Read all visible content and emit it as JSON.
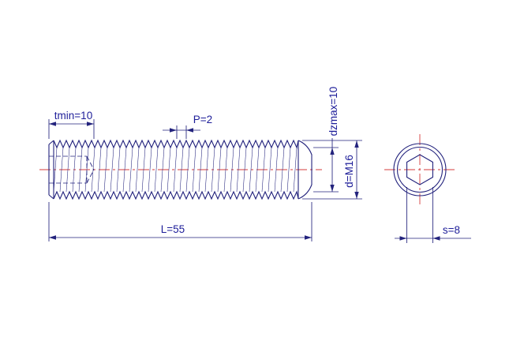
{
  "drawing": {
    "title": "hex-socket-set-screw-technical-drawing",
    "labels": {
      "tmin": "tmin=10",
      "pitch": "P=2",
      "dzmax": "dzmax=10",
      "d": "d=M16",
      "length": "L=55",
      "s": "s=8"
    },
    "colors": {
      "line": "#23237d",
      "text": "#1d1d99",
      "centerline": "#d43c3c",
      "background": "#ffffff"
    }
  }
}
